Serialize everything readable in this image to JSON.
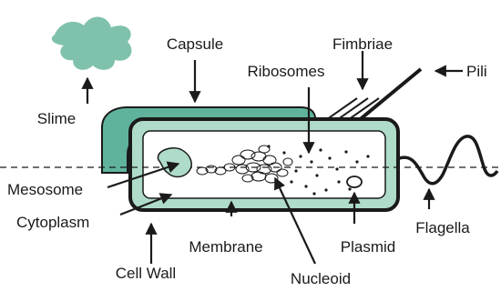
{
  "labels": {
    "slime": "Slime",
    "capsule": "Capsule",
    "fimbriae": "Fimbriae",
    "ribosomes": "Ribosomes",
    "pili": "Pili",
    "mesosome": "Mesosome",
    "cytoplasm": "Cytoplasm",
    "cell_wall": "Cell Wall",
    "membrane": "Membrane",
    "nucleoid": "Nucleoid",
    "plasmid": "Plasmid",
    "flagella": "Flagella"
  },
  "colors": {
    "teal_dark": "#5fb39c",
    "teal_light": "#aedcc9",
    "outline": "#1a1a1a",
    "background": "#ffffff"
  }
}
